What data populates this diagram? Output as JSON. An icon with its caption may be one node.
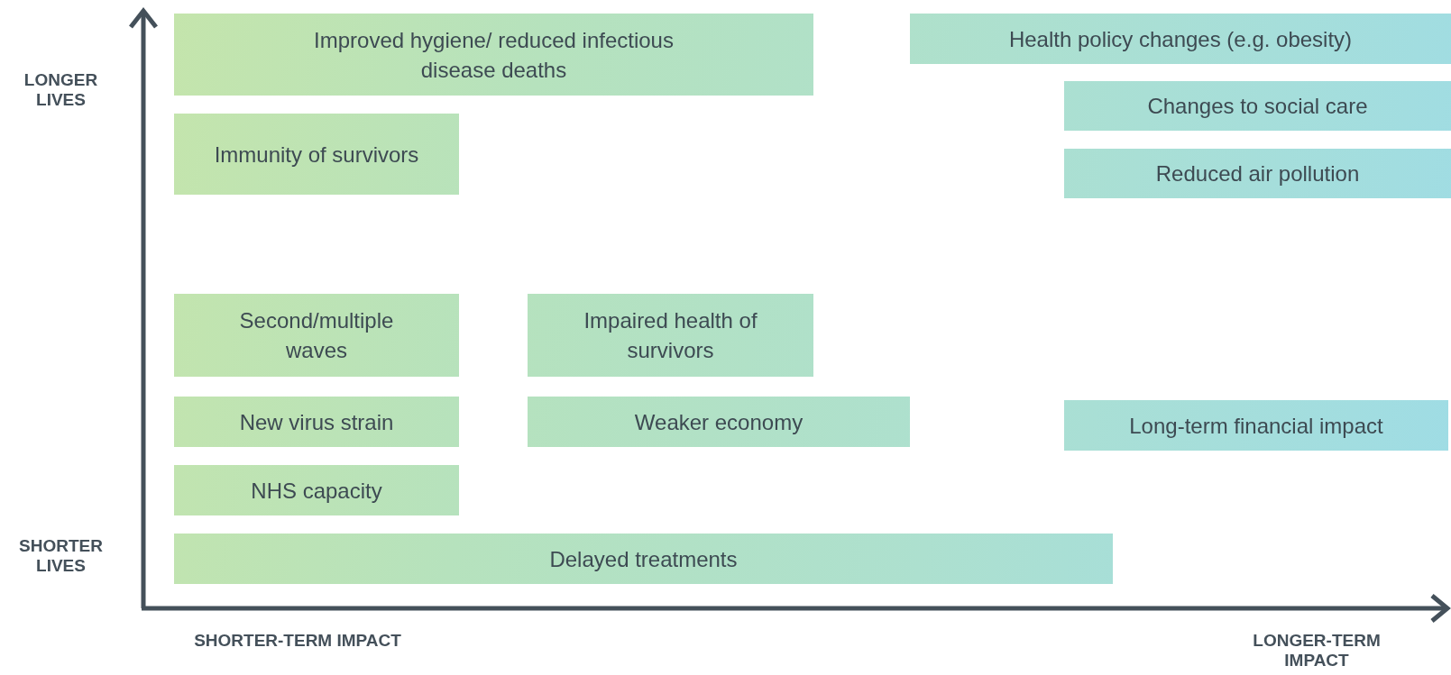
{
  "diagram": {
    "nodes": [
      {
        "text": [
          "Improved hygiene/ reduced infectious disease deaths"
        ]
      },
      {
        "text": [
          "Health policy changes (e.g. obesity)"
        ]
      },
      {
        "text": [
          "Changes to social care"
        ]
      },
      {
        "text": [
          "Immunity of survivors"
        ]
      },
      {
        "text": [
          "Reduced air pollution"
        ]
      },
      {
        "text": [
          "Second/multiple waves"
        ]
      },
      {
        "text": [
          "Impaired health of survivors"
        ]
      },
      {
        "text": [
          "New virus strain"
        ]
      },
      {
        "text": [
          "Weaker economy"
        ]
      },
      {
        "text": [
          "Long-term financial impact"
        ]
      },
      {
        "text": [
          "NHS capacity"
        ]
      },
      {
        "text": [
          "Delayed treatments"
        ]
      }
    ],
    "labels": [
      "LONGER LIVES",
      "SHORTER LIVES",
      "SHORTER-TERM IMPACT",
      "LONGER-TERM IMPACT"
    ]
  }
}
